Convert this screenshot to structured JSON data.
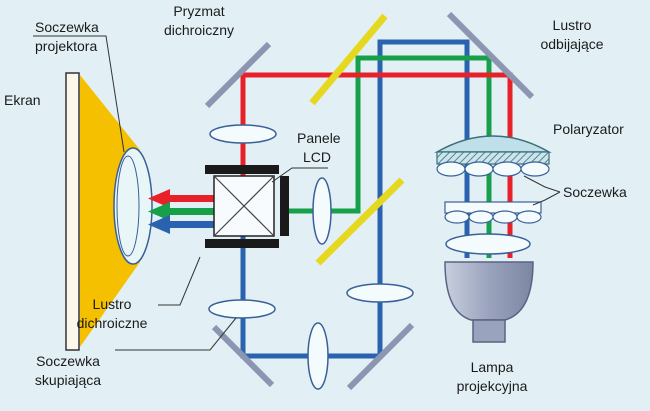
{
  "labels": {
    "screen": "Ekran",
    "projector_lens_line1": "Soczewka",
    "projector_lens_line2": "projektora",
    "dichroic_prism_line1": "Pryzmat",
    "dichroic_prism_line2": "dichroiczny",
    "lcd_panels_line1": "Panele",
    "lcd_panels_line2": "LCD",
    "reflecting_mirror_line1": "Lustro",
    "reflecting_mirror_line2": "odbijające",
    "polarizer": "Polaryzator",
    "lens": "Soczewka",
    "dichroic_mirror_line1": "Lustro",
    "dichroic_mirror_line2": "dichroiczne",
    "condenser_lens_line1": "Soczewka",
    "condenser_lens_line2": "skupiająca",
    "lamp_line1": "Lampa",
    "lamp_line2": "projekcyjna"
  },
  "colors": {
    "background": "#e2f0f5",
    "screen_cone": "#f5c000",
    "red_beam": "#e8202a",
    "green_beam": "#16a04a",
    "blue_beam": "#2a62b0",
    "dichroic_mirror": "#e6d81e",
    "reflecting_mirror": "#8c96b2",
    "lcd_panel": "#1a1a1a",
    "lamp_reflector": "#9aa3bd"
  }
}
